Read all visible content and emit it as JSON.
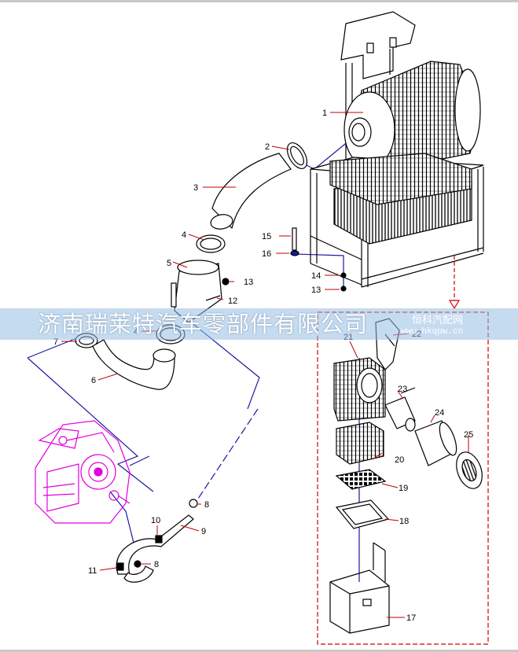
{
  "watermark": {
    "company": "济南瑞莱特汽车零部件有限公司",
    "brand": "恒科汽配网",
    "url": "www.hkqpw.cn"
  },
  "colors": {
    "line": "#000000",
    "leader": "#c00000",
    "connector": "#1a1aa0",
    "engine": "#e000e0",
    "dashed_box": "#d00000"
  },
  "callouts": {
    "c1": "1",
    "c2": "2",
    "c3": "3",
    "c4a": "4",
    "c4b": "4",
    "c5": "5",
    "c6": "6",
    "c7": "7",
    "c8a": "8",
    "c8b": "8",
    "c9": "9",
    "c10": "10",
    "c11": "11",
    "c12": "12",
    "c13a": "13",
    "c13b": "13",
    "c14": "14",
    "c15": "15",
    "c16": "16",
    "c17": "17",
    "c18": "18",
    "c19": "19",
    "c20": "20",
    "c21": "21",
    "c22": "22",
    "c23": "23",
    "c24": "24",
    "c25": "25"
  }
}
